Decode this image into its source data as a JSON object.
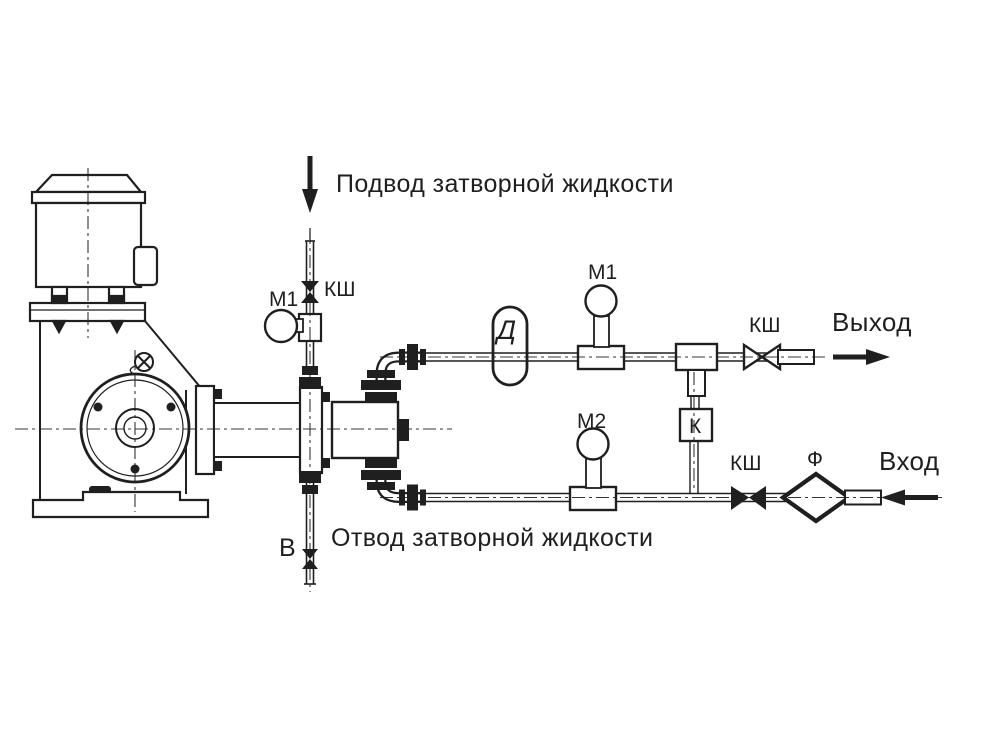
{
  "diagram": {
    "title_hint": "Pump seal liquid piping scheme",
    "colors": {
      "line": "#1f1f1f",
      "background": "#ffffff"
    },
    "labels": {
      "supply": "Подвод затворной жидкости",
      "drain": "Отвод затворной жидкости",
      "outlet": "Выход",
      "inlet": "Вход",
      "vent": "В"
    },
    "components": {
      "gauge_supply": "М1",
      "gauge_outlet": "М1",
      "gauge_inlet": "М2",
      "valve_supply": "КШ",
      "valve_outlet": "КШ",
      "valve_inlet": "КШ",
      "damper_vessel": "Д",
      "cooler_box": "К",
      "filter": "Ф"
    }
  }
}
